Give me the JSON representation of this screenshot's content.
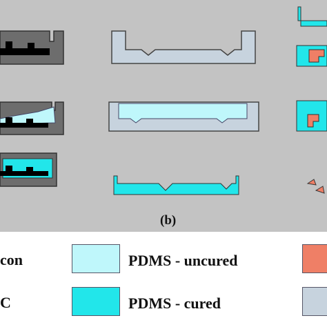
{
  "figure": {
    "panel_label": "(b)"
  },
  "legend": {
    "items": [
      {
        "label": "con",
        "color": "#ffffff"
      },
      {
        "label": "PDMS - uncured",
        "color": "#bff7fb"
      },
      {
        "label": "",
        "color": "#ef7f66"
      },
      {
        "label": "C",
        "color": "#ffffff"
      },
      {
        "label": "PDMS - cured",
        "color": "#22e6ea"
      },
      {
        "label": "",
        "color": "#c7d3de"
      }
    ]
  },
  "colors": {
    "background_gray": "#c3c3c3",
    "mold_dark": "#6d6d6d",
    "silicon_black": "#000000",
    "pdms_uncured": "#bff7fb",
    "pdms_cured": "#22e6ea",
    "acrylic_light": "#c7d3de",
    "orange": "#ef7f66"
  }
}
